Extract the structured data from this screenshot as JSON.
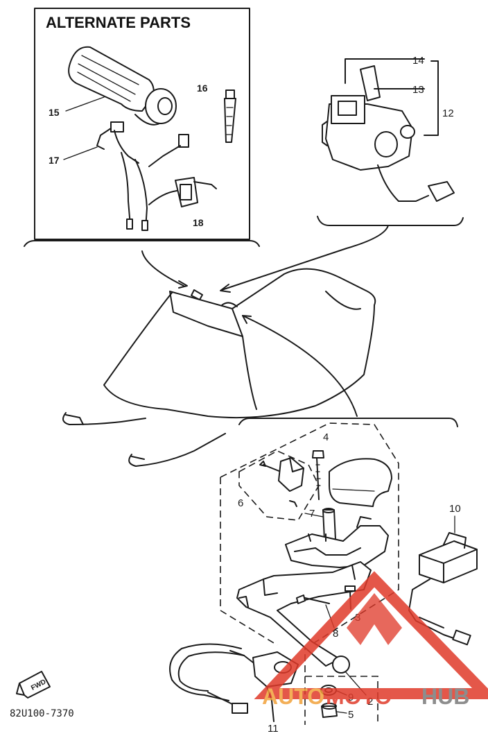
{
  "alternate_parts": {
    "title": "ALTERNATE PARTS"
  },
  "callouts": {
    "c2": "2",
    "c3": "3",
    "c4": "4",
    "c5": "5",
    "c6": "6",
    "c7": "7",
    "c8": "8",
    "c9": "9",
    "c10": "10",
    "c11": "11",
    "c12": "12",
    "c13": "13",
    "c14": "14",
    "c15": "15",
    "c16": "16",
    "c17": "17",
    "c18": "18"
  },
  "fwd_label": "FWD",
  "diagram_code": "82U100-7370",
  "watermark": {
    "part1": "AUTO",
    "part2": "MOTO",
    "part3": "HUB"
  },
  "colors": {
    "ink": "#1a1a1a",
    "watermark_red": "#e03a2a",
    "watermark_orange": "#f2a23a",
    "watermark_gray": "#7a7a7a"
  }
}
